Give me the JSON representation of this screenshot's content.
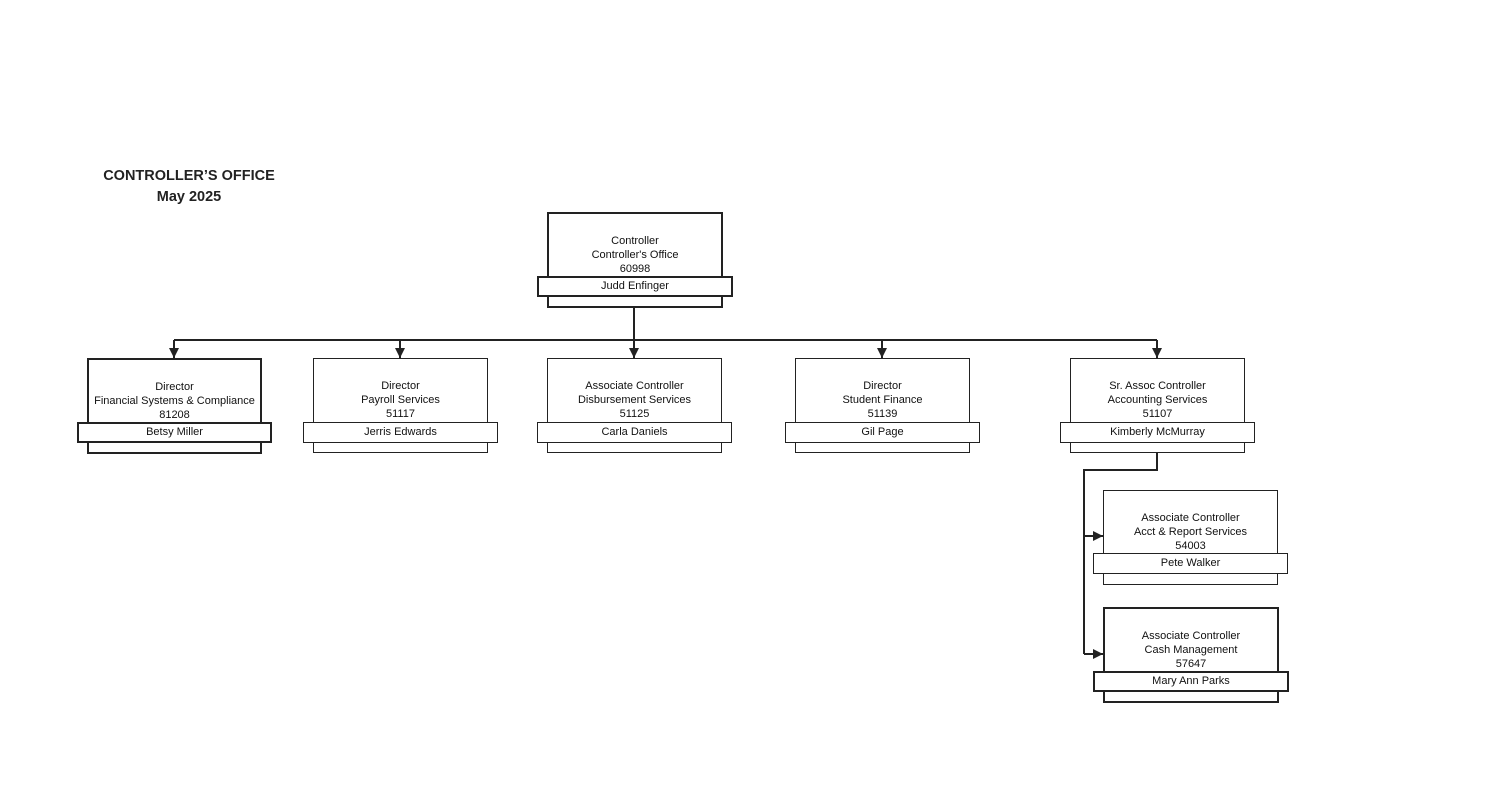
{
  "heading": {
    "line1": "CONTROLLER’S OFFICE",
    "line2": "May 2025"
  },
  "root": {
    "title": "Controller",
    "unit": "Controller's Office",
    "code": "60998",
    "name": "Judd Enfinger"
  },
  "directs": [
    {
      "title": "Director",
      "unit": "Financial Systems & Compliance",
      "code": "81208",
      "name": "Betsy Miller"
    },
    {
      "title": "Director",
      "unit": "Payroll Services",
      "code": "51117",
      "name": "Jerris Edwards"
    },
    {
      "title": "Associate Controller",
      "unit": "Disbursement Services",
      "code": "51125",
      "name": "Carla Daniels"
    },
    {
      "title": "Director",
      "unit": "Student Finance",
      "code": "51139",
      "name": "Gil Page"
    },
    {
      "title": "Sr. Assoc Controller",
      "unit": "Accounting Services",
      "code": "51107",
      "name": "Kimberly McMurray"
    }
  ],
  "sub": [
    {
      "title": "Associate Controller",
      "unit": "Acct & Report Services",
      "code": "54003",
      "name": "Pete Walker"
    },
    {
      "title": "Associate Controller",
      "unit": "Cash Management",
      "code": "57647",
      "name": "Mary Ann Parks"
    }
  ]
}
